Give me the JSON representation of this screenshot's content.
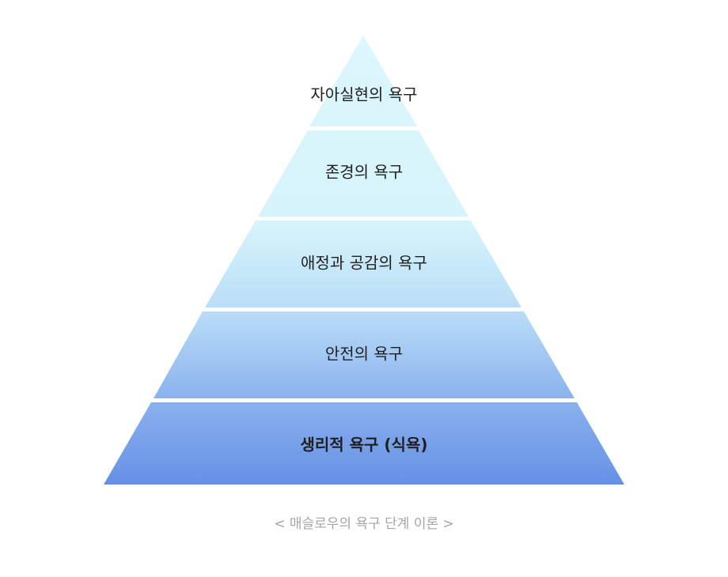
{
  "diagram": {
    "type": "pyramid",
    "colors": {
      "top": "#dcf7fd",
      "middle": "#b8dcf7",
      "bottom": "#6690e6",
      "separator": "#ffffff",
      "caption": "#a6a6a6"
    },
    "tiers": [
      {
        "label": "자아실현의 욕구",
        "emphasis": false
      },
      {
        "label": "존경의 욕구",
        "emphasis": false
      },
      {
        "label": "애정과 공감의 욕구",
        "emphasis": false
      },
      {
        "label": "안전의 욕구",
        "emphasis": false
      },
      {
        "label": "생리적 욕구 (식욕)",
        "emphasis": true
      }
    ],
    "caption": "< 매슬로우의 욕구 단계 이론 >"
  }
}
